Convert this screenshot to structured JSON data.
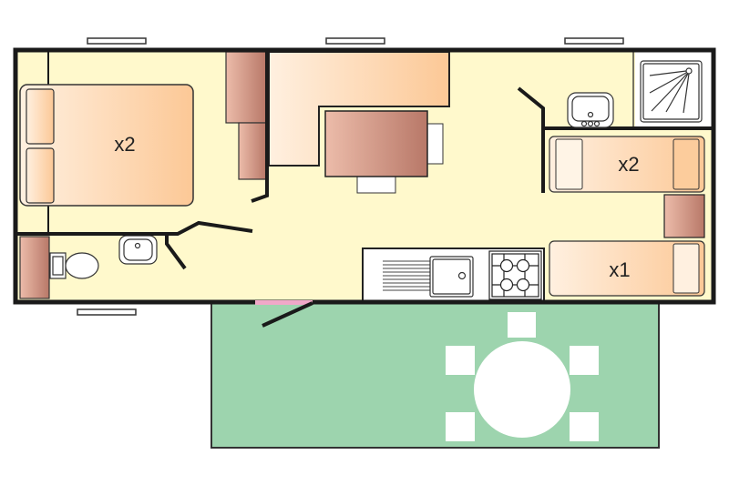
{
  "plan": {
    "colors": {
      "floor": "#fff9cc",
      "terrace": "#9dd4ae",
      "wall": "#1a1a1a",
      "door_opening": "#f0a8c8",
      "furniture_light": "#fcc896",
      "furniture_dark": "#b87868"
    },
    "master_bed_label": "x2",
    "twin_bed_label": "x2",
    "single_bed_label": "x1"
  }
}
